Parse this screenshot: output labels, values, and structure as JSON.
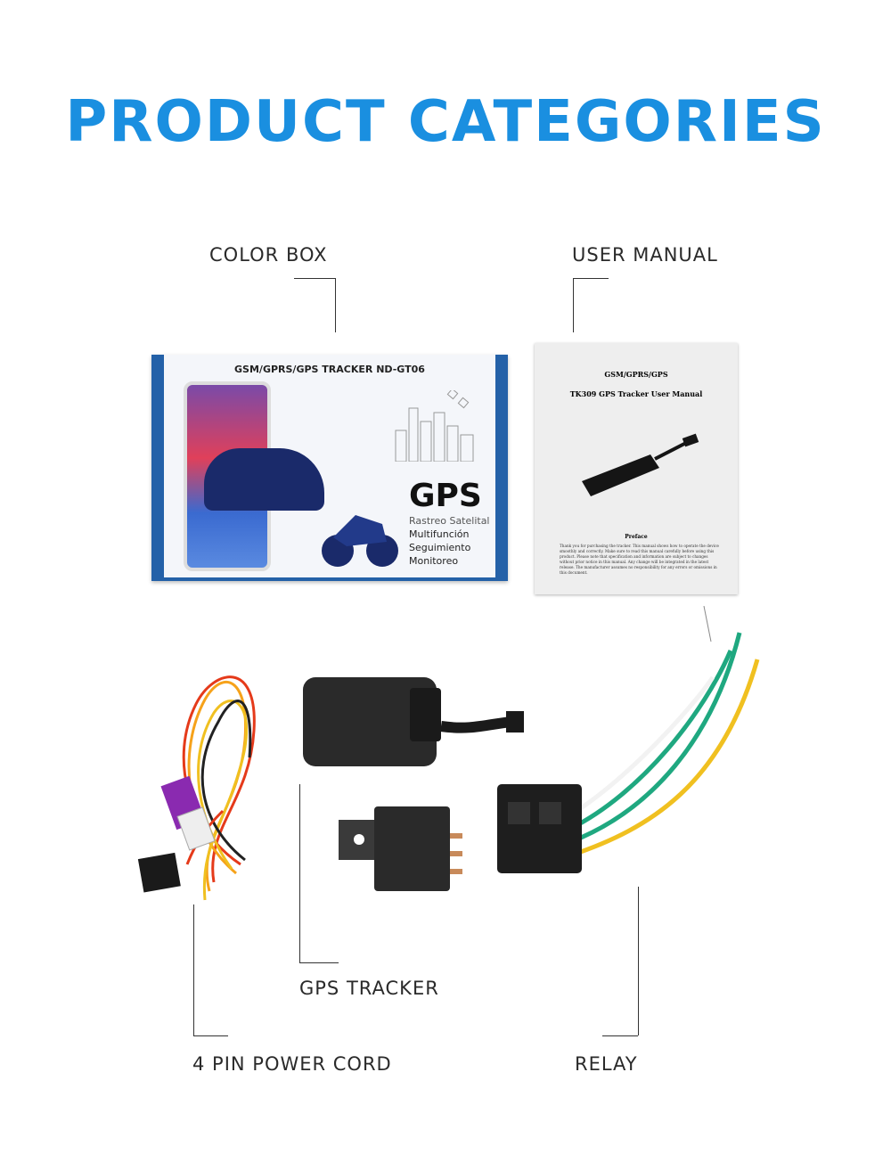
{
  "title": "PRODUCT CATEGORIES",
  "labels": {
    "color_box": "COLOR BOX",
    "user_manual": "USER MANUAL",
    "gps_tracker": "GPS TRACKER",
    "power_cord": "4 PIN POWER CORD",
    "relay": "RELAY"
  },
  "color_box": {
    "heading": "GSM/GPRS/GPS TRACKER ND-GT06",
    "gps": "GPS",
    "lines": [
      "Rastreo Satelital",
      "Multifunción",
      "Seguimiento",
      "Monitoreo"
    ]
  },
  "user_manual": {
    "line1": "GSM/GPRS/GPS",
    "line2": "TK309 GPS Tracker User Manual",
    "section": "Preface",
    "body": "Thank you for purchasing the tracker. This manual shows how to operate the device smoothly and correctly. Make sure to read this manual carefully before using this product. Please note that specification and information are subject to changes without prior notice in this manual. Any change will be integrated in the latest release. The manufacturer assumes no responsibility for any errors or omissions in this document."
  },
  "colors": {
    "title": "#1a8fe0",
    "label": "#2a2a2a",
    "box_blue": "#2461a8"
  }
}
